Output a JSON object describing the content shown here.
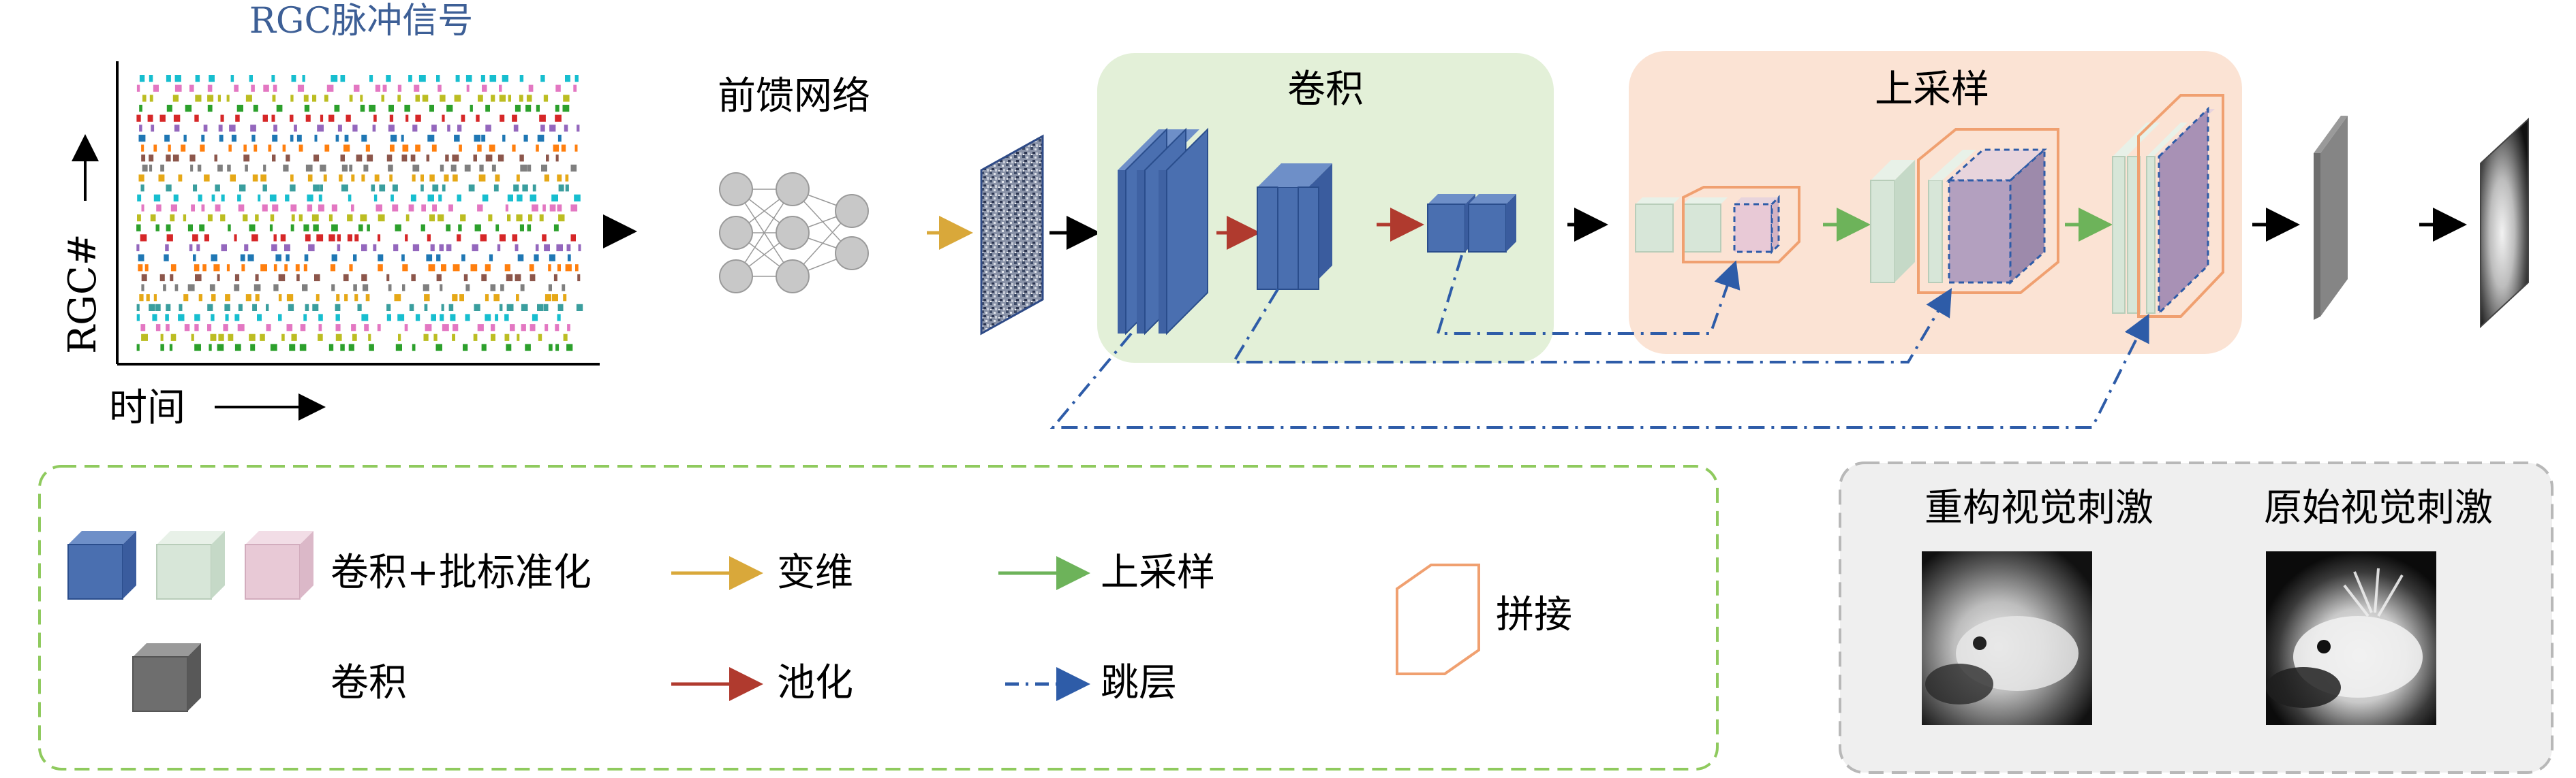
{
  "spike_panel": {
    "title": "RGC脉冲信号",
    "y_label": "RGC#",
    "x_label": "时间"
  },
  "ffn": {
    "label": "前馈网络"
  },
  "conv_block": {
    "label": "卷积"
  },
  "upsample_block": {
    "label": "上采样"
  },
  "legend": {
    "conv_bn": "卷积+批标准化",
    "reshape": "变维",
    "upsample": "上采样",
    "concat": "拼接",
    "conv": "卷积",
    "pool": "池化",
    "skip": "跳层"
  },
  "comparison": {
    "reconstructed": "重构视觉刺激",
    "original": "原始视觉刺激"
  },
  "colors": {
    "conv_blue": "#4a6fb0",
    "pale_green_cube": "#d7e6d8",
    "pink_cube": "#e8c9d6",
    "gray_cube": "#6e6e6e",
    "reshape_arrow": "#d9a83a",
    "pool_arrow": "#b03a2e",
    "upsample_arrow": "#6db35a",
    "skip_arrow": "#2e5ca8",
    "concat_outline": "#f0a070",
    "conv_bg": "#e3f0d8",
    "upsample_bg": "#fbe3d4"
  }
}
